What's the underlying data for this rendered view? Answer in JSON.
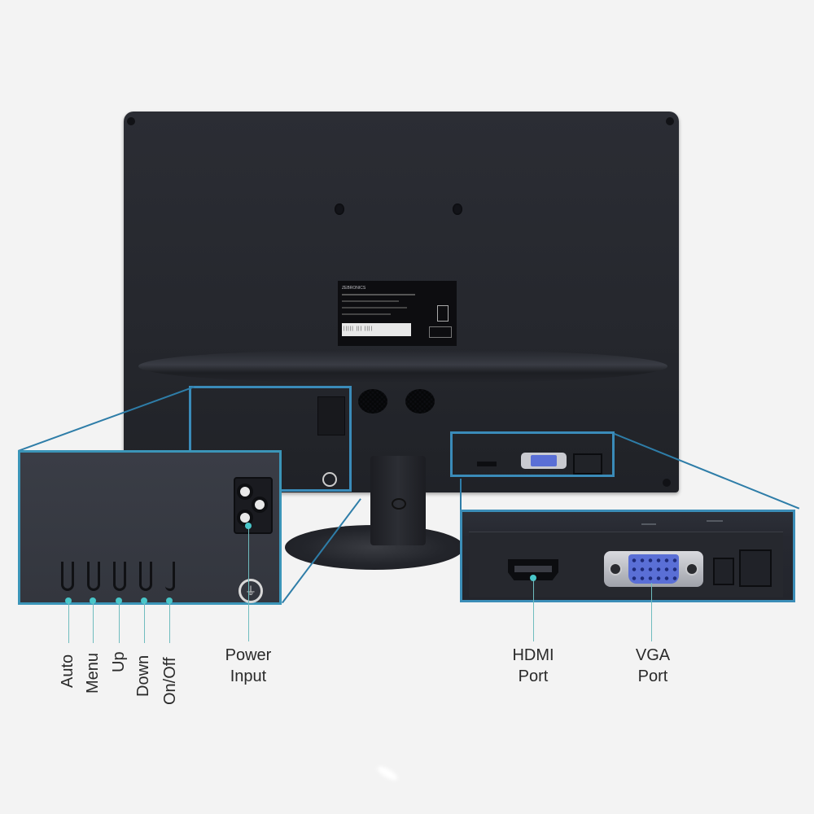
{
  "image": {
    "subject": "Back of LCD monitor with callouts of ports and controls",
    "background_color": "#f3f3f3",
    "accent_color": "#3a8bb9",
    "pointer_color": "#48c6c9"
  },
  "label_sticker": {
    "brand_text": "ZEBRONICS",
    "barcode_text": "||||| ||| ||||"
  },
  "control_buttons": [
    {
      "id": "auto",
      "label": "Auto"
    },
    {
      "id": "menu",
      "label": "Menu"
    },
    {
      "id": "up",
      "label": "Up"
    },
    {
      "id": "down",
      "label": "Down"
    },
    {
      "id": "onoff",
      "label": "On/Off"
    }
  ],
  "callouts": {
    "power": {
      "line1": "Power",
      "line2": "Input"
    },
    "hdmi": {
      "line1": "HDMI",
      "line2": "Port"
    },
    "vga": {
      "line1": "VGA",
      "line2": "Port"
    }
  },
  "icons": {
    "ground": "⏚"
  }
}
